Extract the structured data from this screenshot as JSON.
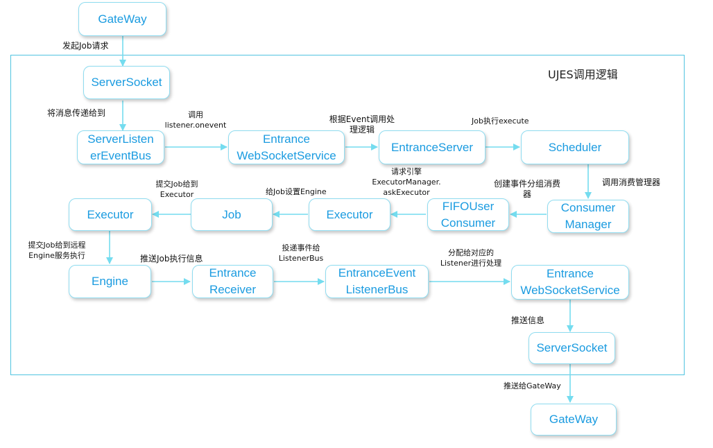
{
  "title": "UJES调用逻辑",
  "colors": {
    "box_text": "#1a9be0",
    "box_border": "#8fdcf0",
    "arrow": "#74dcef",
    "frame": "#4fc3e0"
  },
  "nodes": {
    "gateway_top": "GateWay",
    "server_socket_1": "ServerSocket",
    "server_listener_event_bus": "ServerListen\nerEventBus",
    "entrance_websocket_service_1": "Entrance\nWebSocketService",
    "entrance_server": "EntranceServer",
    "scheduler": "Scheduler",
    "consumer_manager": "Consumer\nManager",
    "fifo_user_consumer": "FIFOUser\nConsumer",
    "executor_mid": "Executor",
    "job": "Job",
    "executor_left": "Executor",
    "engine": "Engine",
    "entrance_receiver": "Entrance\nReceiver",
    "entrance_event_listener_bus": "EntranceEvent\nListenerBus",
    "entrance_websocket_service_2": "Entrance\nWebSocketService",
    "server_socket_2": "ServerSocket",
    "gateway_bottom": "GateWay"
  },
  "edges": {
    "submit_job": "发起Job请求",
    "pass_message": "将消息传递给到",
    "call_onevent": "调用\nlistener.onevent",
    "dispatch_by_event": "根据Event调用处\n理逻辑",
    "job_execute": "Job执行execute",
    "call_consumer_manager": "调用消费管理器",
    "create_group_consumer": "创建事件分组消费\n器",
    "request_engine": "请求引擎\nExecutorManager.\naskExecutor",
    "set_engine": "给Job设置Engine",
    "submit_to_executor": "提交Job给到\nExecutor",
    "submit_remote": "提交Job给到远程\nEngine服务执行",
    "push_job_info": "推送Job执行信息",
    "deliver_event": "投递事件给\nListenerBus",
    "dispatch_listener": "分配给对应的\nListener进行处理",
    "push_info": "推送信息",
    "push_gateway": "推送给GateWay"
  }
}
